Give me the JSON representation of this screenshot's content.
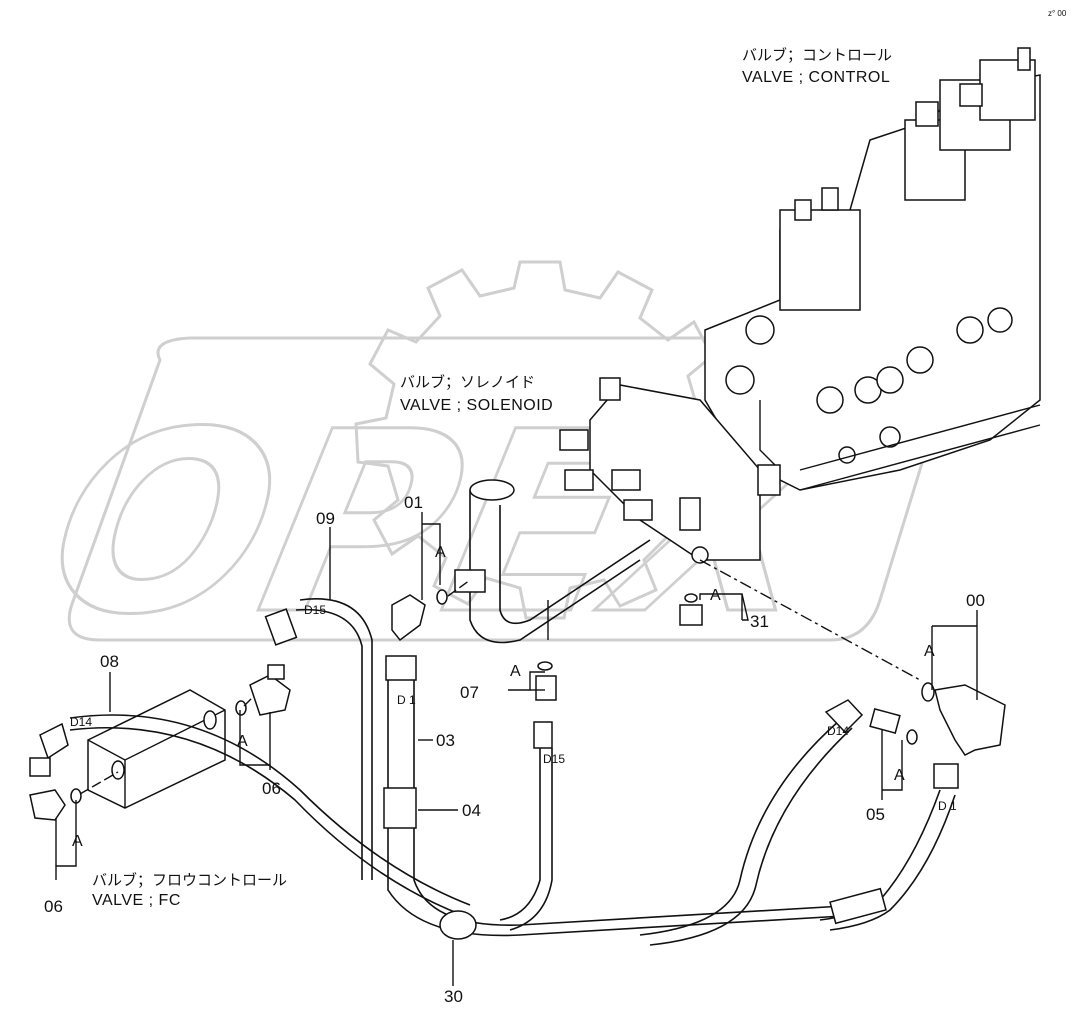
{
  "captions": {
    "control_jp": "バルブ；コントロール",
    "control_en": "VALVE ; CONTROL",
    "solenoid_jp": "バルブ；ソレノイド",
    "solenoid_en": "VALVE ; SOLENOID",
    "fc_jp": "バルブ；フロウコントロール",
    "fc_en": "VALVE ; FC"
  },
  "watermark": "OPEX",
  "corner_mark": "z° 00",
  "part_numbers": {
    "p00": "00",
    "p01": "01",
    "p03": "03",
    "p04": "04",
    "p05": "05",
    "p06a": "06",
    "p06b": "06",
    "p07": "07",
    "p08": "08",
    "p09": "09",
    "p30": "30",
    "p31": "31"
  },
  "size_tags": {
    "d15_top": "D15",
    "d1_mid": "D 1",
    "d15_mid": "D15",
    "d14_left": "D14",
    "d14_right": "D14",
    "d1_right": "D 1"
  },
  "port_marks": {
    "a01": "A",
    "a07": "A",
    "a31": "A",
    "a00": "A",
    "a05": "A",
    "a06a": "A",
    "a06b": "A"
  }
}
